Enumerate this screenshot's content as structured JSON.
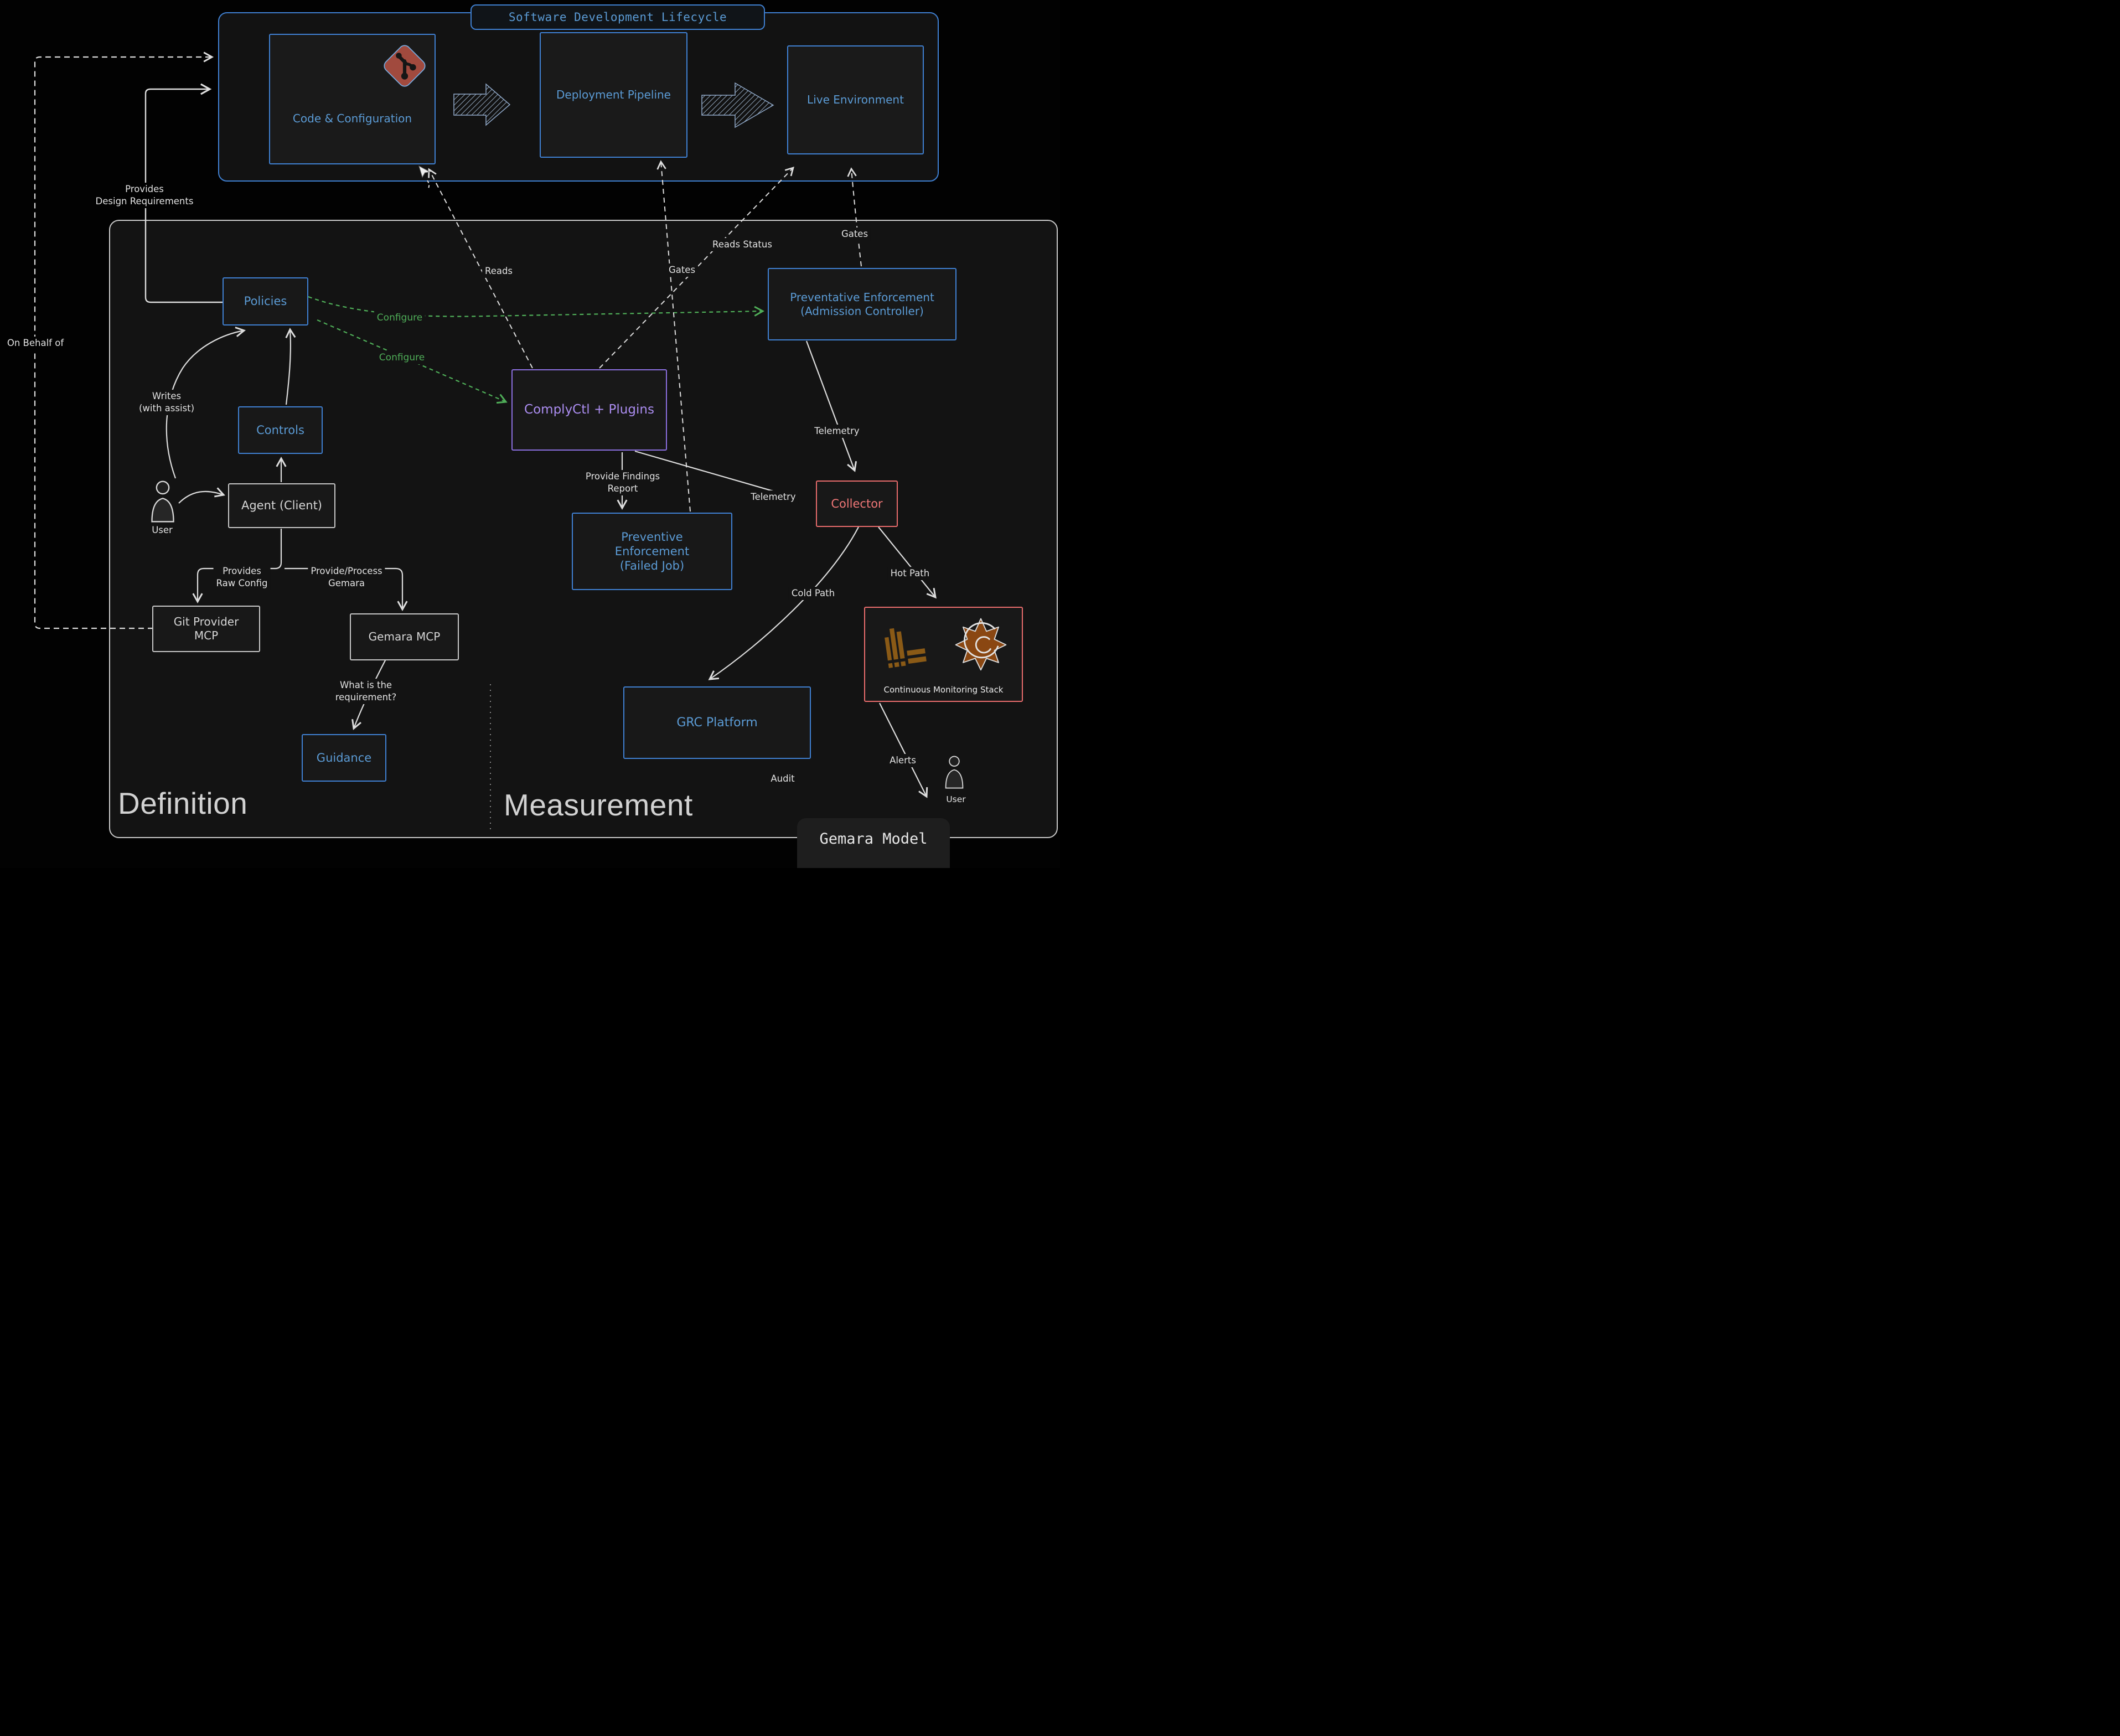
{
  "title": "Software Development Lifecycle",
  "sdl_nodes": {
    "code_config": "Code & Configuration",
    "deployment": "Deployment Pipeline",
    "live_env": "Live Environment"
  },
  "nodes": {
    "policies": "Policies",
    "controls": "Controls",
    "agent": "Agent (Client)",
    "git_mcp": {
      "l1": "Git Provider",
      "l2": "MCP"
    },
    "gemara_mcp": "Gemara MCP",
    "guidance": "Guidance",
    "complyctl": "ComplyCtl + Plugins",
    "prev_admission": {
      "l1": "Preventative Enforcement",
      "l2": "(Admission Controller)"
    },
    "prev_failed": {
      "l1": "Preventive",
      "l2": "Enforcement",
      "l3": "(Failed Job)"
    },
    "collector": "Collector",
    "monitoring_stack": "Continuous Monitoring Stack",
    "grc": "GRC Platform"
  },
  "edge_labels": {
    "provides_design": {
      "l1": "Provides",
      "l2": "Design Requirements"
    },
    "on_behalf": "On Behalf of",
    "writes": {
      "l1": "Writes",
      "l2": "(with assist)"
    },
    "provides_raw": {
      "l1": "Provides",
      "l2": "Raw Config"
    },
    "provide_process": {
      "l1": "Provide/Process",
      "l2": "Gemara"
    },
    "what_is": {
      "l1": "What is the",
      "l2": "requirement?"
    },
    "configure_top": "Configure",
    "configure_bottom": "Configure",
    "reads": "Reads",
    "gates_pipeline": "Gates",
    "reads_status": "Reads Status",
    "gates_live": "Gates",
    "telemetry_admission": "Telemetry",
    "telemetry_complyctl": "Telemetry",
    "findings": {
      "l1": "Provide Findings",
      "l2": "Report"
    },
    "hot_path": "Hot Path",
    "cold_path": "Cold Path",
    "alerts": "Alerts",
    "audit": "Audit"
  },
  "actors": {
    "user_left": "User",
    "user_right": "User"
  },
  "sections": {
    "definition": "Definition",
    "measurement": "Measurement",
    "model": "Gemara Model"
  },
  "icons": {
    "git": "git-logo",
    "loki": "loki-log-bars",
    "grafana": "grafana-spiral",
    "person": "user-person",
    "cursor": "mouse-pointer"
  },
  "colors": {
    "accent_blue": "#5b9bd5",
    "border_blue": "#3f7fd0",
    "purple": "#ab8df0",
    "red": "#f07777",
    "green": "#4fae58",
    "label_gray": "#e3e3e3",
    "git_red": "#a14a3e",
    "loki_orange": "#8a5a16",
    "grafana_orange": "#8a4712"
  }
}
